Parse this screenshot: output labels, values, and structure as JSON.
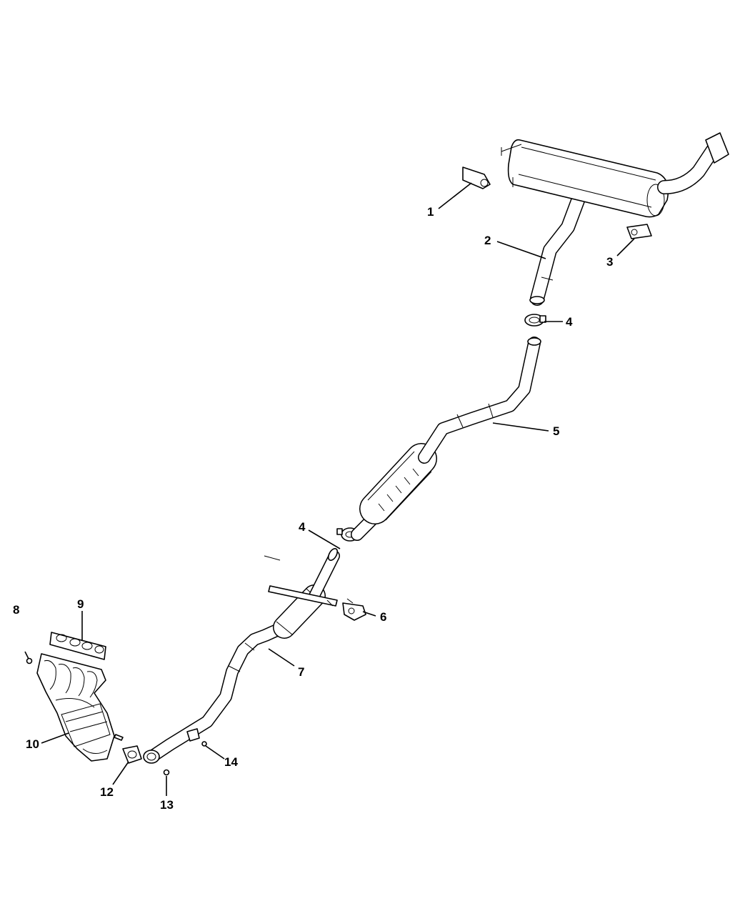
{
  "callouts": {
    "c1": "1",
    "c2": "2",
    "c3": "3",
    "c4a": "4",
    "c4b": "4",
    "c5": "5",
    "c6": "6",
    "c7": "7",
    "c8": "8",
    "c9": "9",
    "c10": "10",
    "c12": "12",
    "c13": "13",
    "c14": "14"
  }
}
